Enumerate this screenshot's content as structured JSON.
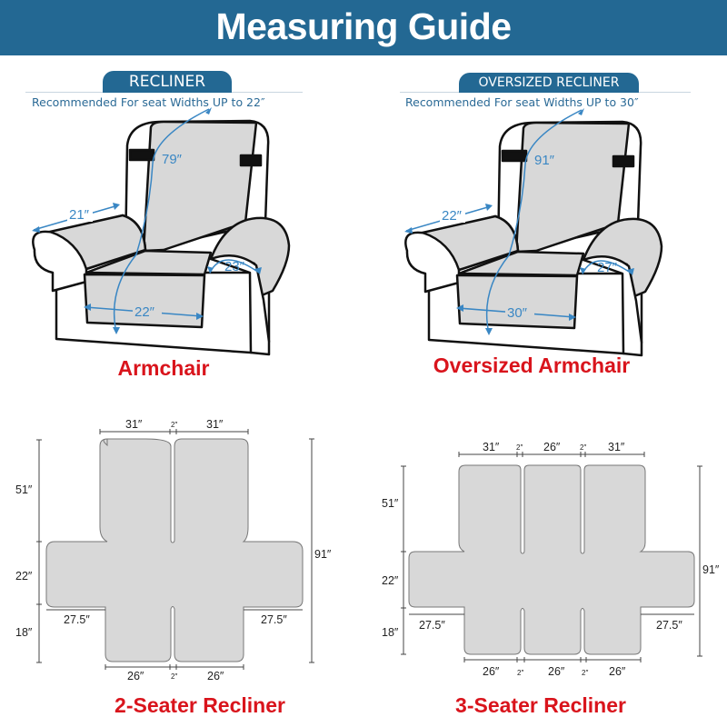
{
  "header": {
    "title": "Measuring Guide",
    "bg_color": "#236893"
  },
  "sections": {
    "recliner": {
      "tab_label": "RECLINER",
      "subtitle": "Recommended For seat Widths UP to 22″",
      "caption": "Armchair",
      "dims": {
        "back_length": "79″",
        "arm_width": "21″",
        "arm_wrap": "23″",
        "seat_width": "22″"
      }
    },
    "oversized": {
      "tab_label": "OVERSIZED RECLINER",
      "subtitle": "Recommended For seat Widths UP to 30″",
      "caption": "Oversized Armchair",
      "dims": {
        "back_length": "91″",
        "arm_width": "22″",
        "arm_wrap": "27″",
        "seat_width": "30″"
      }
    },
    "two_seater": {
      "caption": "2-Seater Recliner",
      "top": [
        "31″",
        "2″",
        "31″"
      ],
      "bottom": [
        "26″",
        "2″",
        "26″"
      ],
      "left": [
        "51″",
        "22″",
        "18″"
      ],
      "total": "91″",
      "arm_left": "27.5″",
      "arm_right": "27.5″"
    },
    "three_seater": {
      "caption": "3-Seater Recliner",
      "top": [
        "31″",
        "2″",
        "26″",
        "2″",
        "31″"
      ],
      "bottom": [
        "26″",
        "2″",
        "26″",
        "2″",
        "26″"
      ],
      "left": [
        "51″",
        "22″",
        "18″"
      ],
      "total": "91″",
      "arm_left": "27.5″",
      "arm_right": "27.5″"
    }
  },
  "colors": {
    "accent_blue": "#236893",
    "dim_blue": "#3a87c4",
    "caption_red": "#d9141c",
    "cover_gray": "#d8d8d8"
  }
}
